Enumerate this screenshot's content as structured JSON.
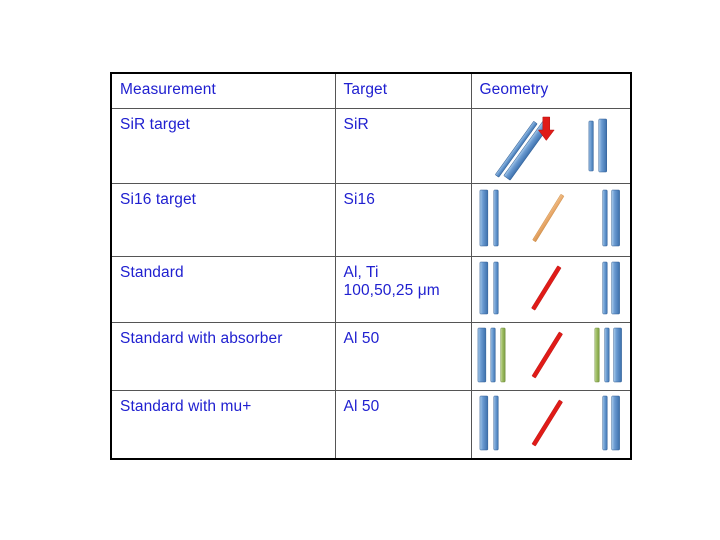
{
  "slide": {
    "background_color": "#ffffff",
    "text_color": "#2020D0",
    "border_color": "#000000"
  },
  "table": {
    "columns": [
      {
        "key": "measurement",
        "header": "Measurement"
      },
      {
        "key": "target",
        "header": "Target"
      },
      {
        "key": "geometry",
        "header": "Geometry"
      }
    ],
    "rows": [
      {
        "measurement": "SiR target",
        "target": "SiR",
        "geometry": {
          "name": "sir-target-geometry",
          "description": "Two tilted detector bars with a red downward beam arrow, plus two vertical bars at right",
          "elements": [
            {
              "type": "bar",
              "color": "#7BA7D7",
              "orientation": "diagonal",
              "thickness": "thin"
            },
            {
              "type": "bar",
              "color": "#5B8FC9",
              "orientation": "diagonal",
              "thickness": "thick"
            },
            {
              "type": "arrow",
              "color": "#E01B18",
              "direction": "down"
            },
            {
              "type": "bar",
              "color": "#7BA7D7",
              "orientation": "vertical",
              "thickness": "thin"
            },
            {
              "type": "bar",
              "color": "#5B8FC9",
              "orientation": "vertical",
              "thickness": "thick"
            }
          ]
        }
      },
      {
        "measurement": "Si16 target",
        "target": "Si16",
        "geometry": {
          "name": "si16-target-geometry",
          "description": "Vertical detector bars at left and right with a tan diagonal target line",
          "elements": [
            {
              "type": "bar",
              "color": "#5B8FC9",
              "orientation": "vertical",
              "thickness": "thick"
            },
            {
              "type": "bar",
              "color": "#5B8FC9",
              "orientation": "vertical",
              "thickness": "thin"
            },
            {
              "type": "line",
              "color": "#E8A86A",
              "orientation": "diagonal"
            },
            {
              "type": "bar",
              "color": "#5B8FC9",
              "orientation": "vertical",
              "thickness": "thin"
            },
            {
              "type": "bar",
              "color": "#5B8FC9",
              "orientation": "vertical",
              "thickness": "thick"
            }
          ]
        }
      },
      {
        "measurement": "Standard",
        "target": "Al, Ti\n100,50,25 μm",
        "geometry": {
          "name": "standard-geometry",
          "description": "Vertical detector bars at left and right with a red diagonal target line",
          "elements": [
            {
              "type": "bar",
              "color": "#5B8FC9",
              "orientation": "vertical",
              "thickness": "thick"
            },
            {
              "type": "bar",
              "color": "#5B8FC9",
              "orientation": "vertical",
              "thickness": "thin"
            },
            {
              "type": "line",
              "color": "#E01B18",
              "orientation": "diagonal"
            },
            {
              "type": "bar",
              "color": "#5B8FC9",
              "orientation": "vertical",
              "thickness": "thin"
            },
            {
              "type": "bar",
              "color": "#5B8FC9",
              "orientation": "vertical",
              "thickness": "thick"
            }
          ]
        }
      },
      {
        "measurement": "Standard with absorber",
        "target": "Al 50",
        "geometry": {
          "name": "standard-with-absorber-geometry",
          "description": "Blue detector bars plus green absorber bars on each side with a red diagonal target line",
          "elements": [
            {
              "type": "bar",
              "color": "#5B8FC9",
              "orientation": "vertical",
              "thickness": "thick"
            },
            {
              "type": "bar",
              "color": "#5B8FC9",
              "orientation": "vertical",
              "thickness": "thin"
            },
            {
              "type": "bar",
              "color": "#9BBB5E",
              "orientation": "vertical",
              "thickness": "thin"
            },
            {
              "type": "line",
              "color": "#E01B18",
              "orientation": "diagonal"
            },
            {
              "type": "bar",
              "color": "#9BBB5E",
              "orientation": "vertical",
              "thickness": "thin"
            },
            {
              "type": "bar",
              "color": "#5B8FC9",
              "orientation": "vertical",
              "thickness": "thin"
            },
            {
              "type": "bar",
              "color": "#5B8FC9",
              "orientation": "vertical",
              "thickness": "thick"
            }
          ]
        }
      },
      {
        "measurement": "Standard with mu+",
        "target": "Al 50",
        "geometry": {
          "name": "standard-with-mu-plus-geometry",
          "description": "Vertical detector bars at left and right with a red diagonal target line",
          "elements": [
            {
              "type": "bar",
              "color": "#5B8FC9",
              "orientation": "vertical",
              "thickness": "thick"
            },
            {
              "type": "bar",
              "color": "#5B8FC9",
              "orientation": "vertical",
              "thickness": "thin"
            },
            {
              "type": "line",
              "color": "#E01B18",
              "orientation": "diagonal"
            },
            {
              "type": "bar",
              "color": "#5B8FC9",
              "orientation": "vertical",
              "thickness": "thin"
            },
            {
              "type": "bar",
              "color": "#5B8FC9",
              "orientation": "vertical",
              "thickness": "thick"
            }
          ]
        }
      }
    ]
  }
}
